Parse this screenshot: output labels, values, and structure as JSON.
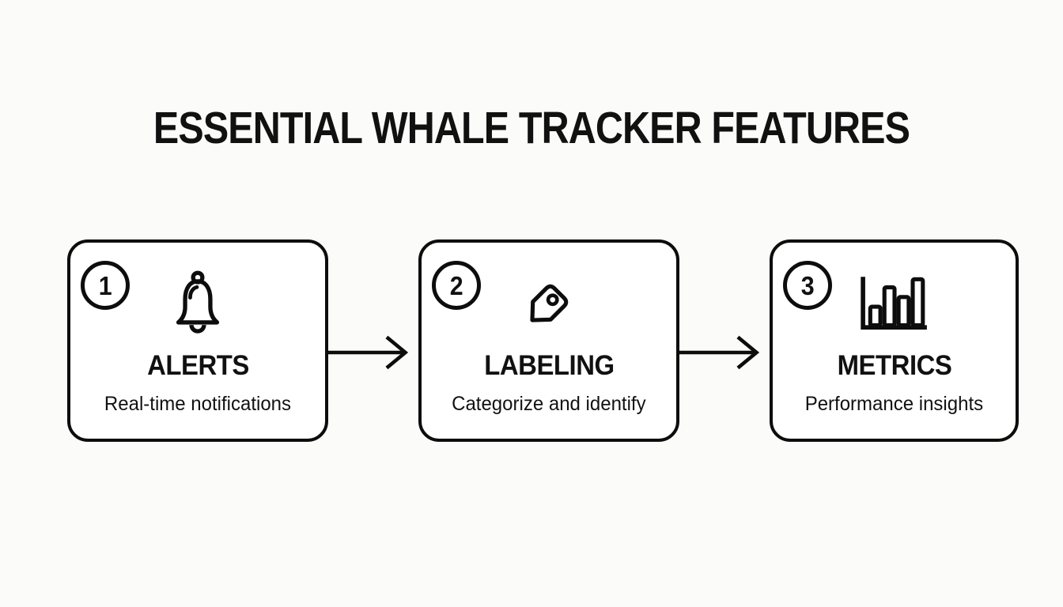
{
  "title": "ESSENTIAL WHALE TRACKER FEATURES",
  "steps": [
    {
      "number": "1",
      "icon": "bell-icon",
      "label": "ALERTS",
      "description": "Real-time notifications"
    },
    {
      "number": "2",
      "icon": "tag-icon",
      "label": "LABELING",
      "description": "Categorize and identify"
    },
    {
      "number": "3",
      "icon": "bar-chart-icon",
      "label": "METRICS",
      "description": "Performance insights"
    }
  ],
  "colors": {
    "background": "#fbfbfa",
    "card_background": "#ffffff",
    "line": "#0d0d0d",
    "text": "#111111"
  }
}
